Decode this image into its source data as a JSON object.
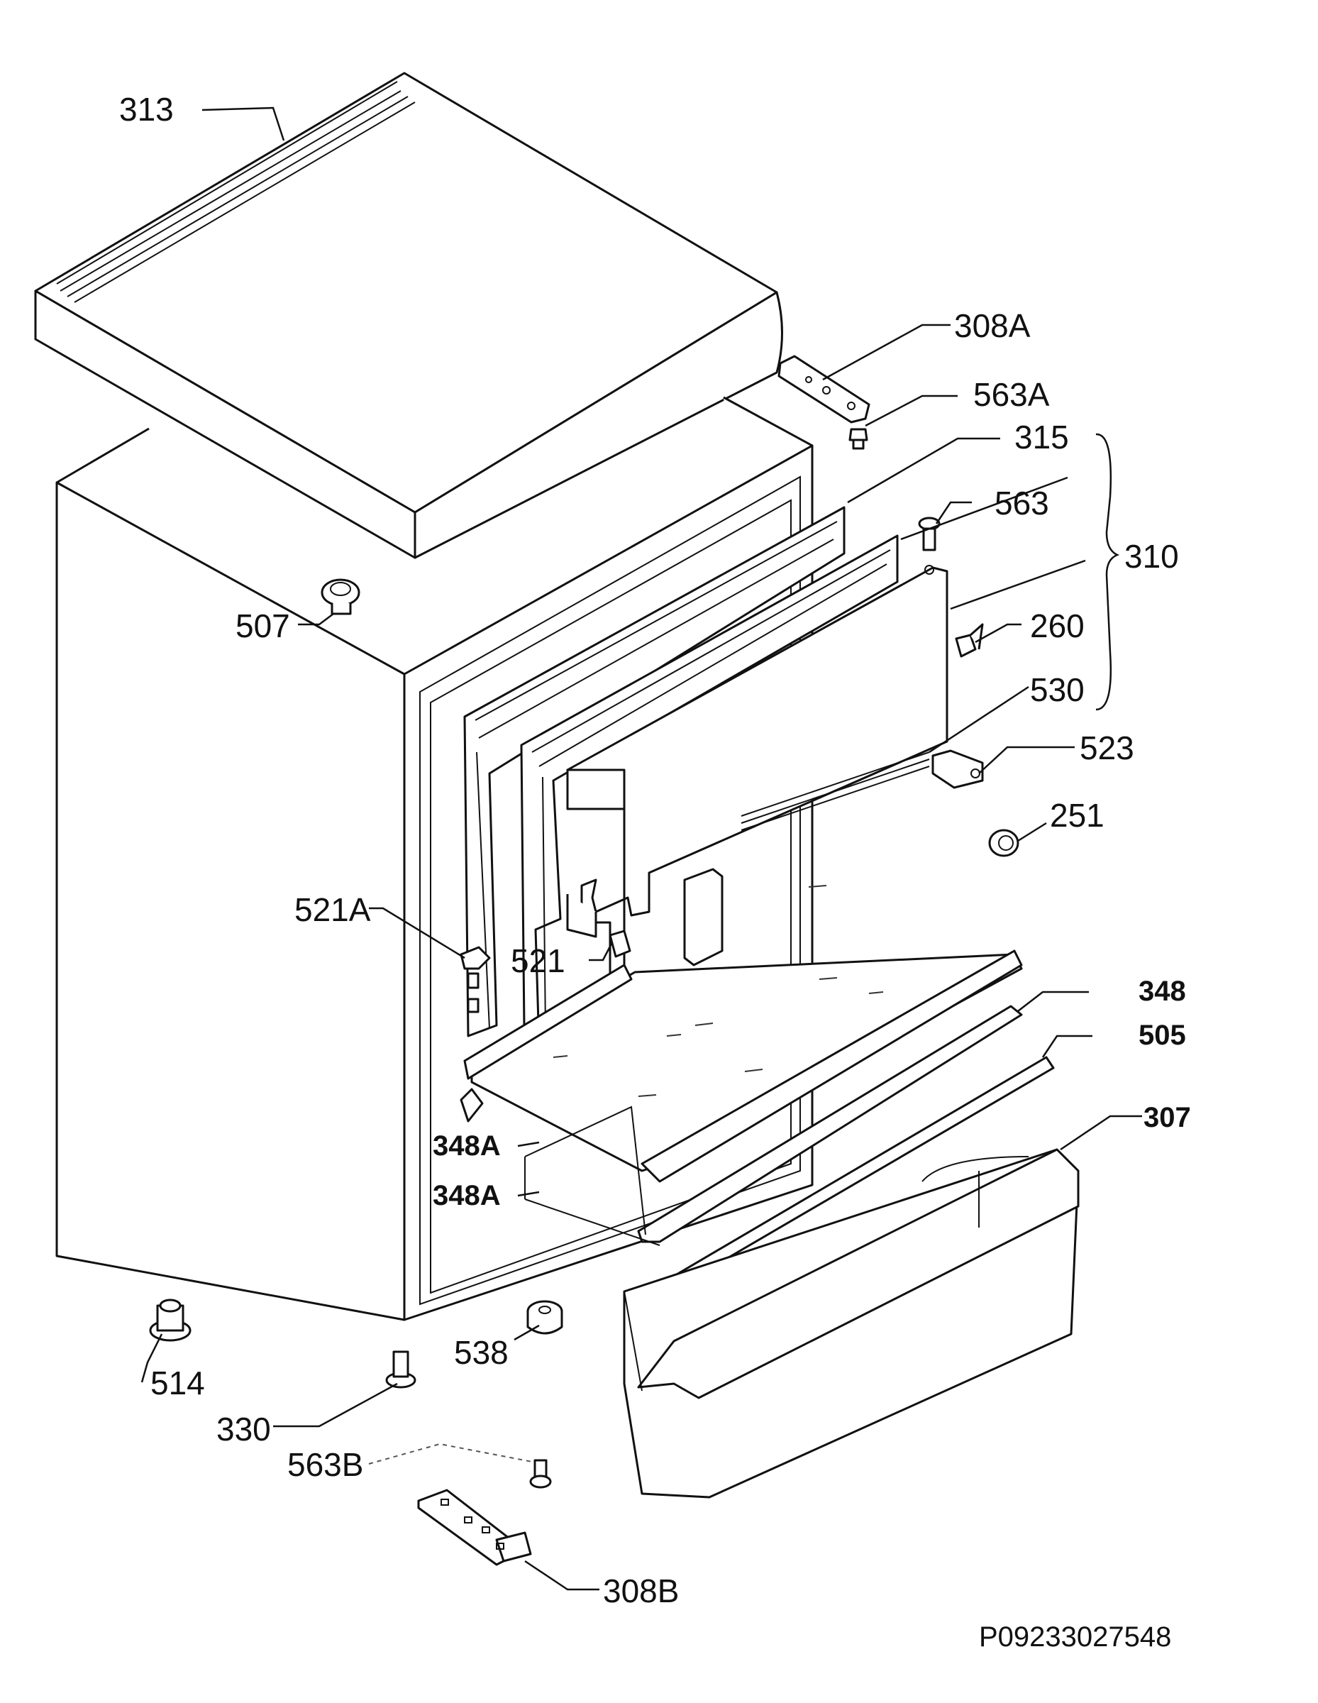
{
  "labels": {
    "l313": "313",
    "l308A": "308A",
    "l563A": "563A",
    "l315": "315",
    "l563": "563",
    "l310": "310",
    "l260": "260",
    "l530": "530",
    "l523": "523",
    "l251": "251",
    "l507": "507",
    "l521A": "521A",
    "l521": "521",
    "l348": "348",
    "l505": "505",
    "l307": "307",
    "l348A_1": "348A",
    "l348A_2": "348A",
    "l538": "538",
    "l514": "514",
    "l330": "330",
    "l563B": "563B",
    "l308B": "308B"
  },
  "document_id": "P09233027548"
}
